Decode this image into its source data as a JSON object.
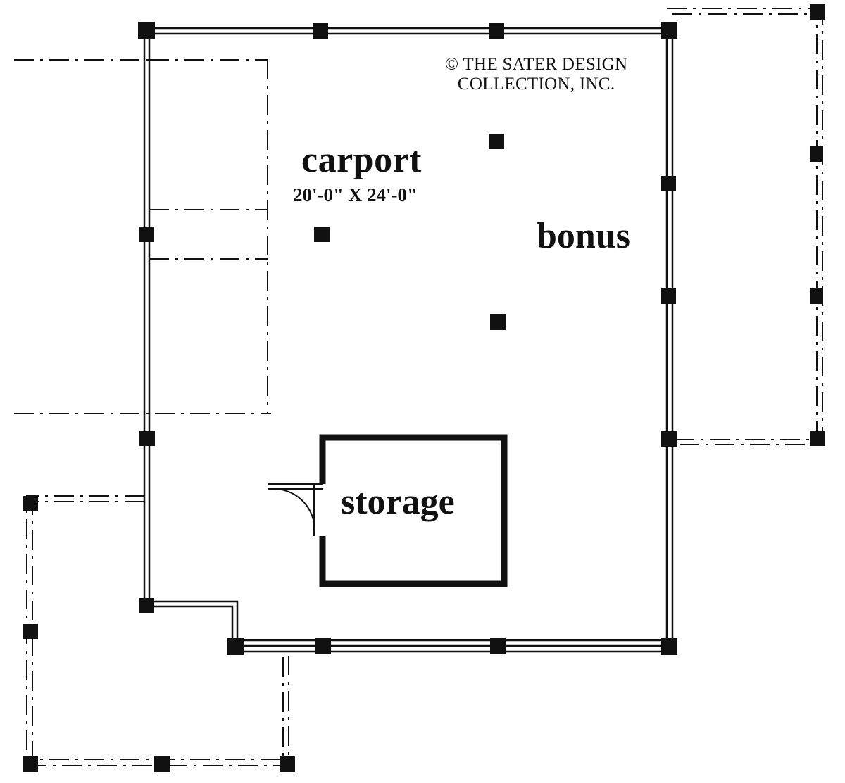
{
  "copyright": {
    "line1": "© THE SATER DESIGN",
    "line2": "COLLECTION, INC."
  },
  "rooms": {
    "carport": {
      "name": "carport",
      "dimensions": "20'-0\" X 24'-0\""
    },
    "bonus": {
      "name": "bonus"
    },
    "storage": {
      "name": "storage"
    }
  },
  "colors": {
    "ink": "#111111",
    "paper": "#ffffff"
  }
}
